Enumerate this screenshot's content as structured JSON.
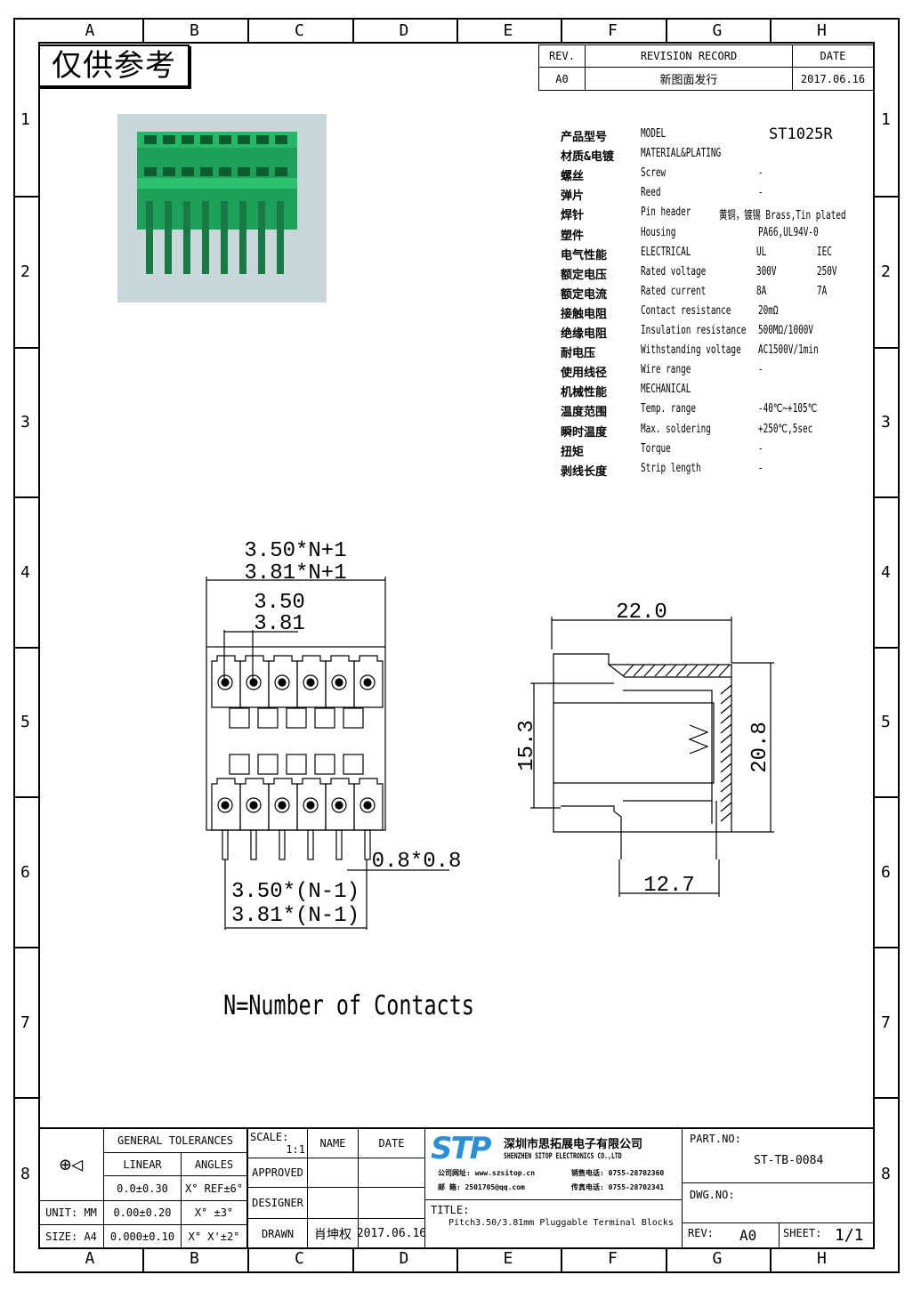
{
  "grid": {
    "columns": [
      "A",
      "B",
      "C",
      "D",
      "E",
      "F",
      "G",
      "H"
    ],
    "rows": [
      "1",
      "2",
      "3",
      "4",
      "5",
      "6",
      "7",
      "8"
    ]
  },
  "stamp": "仅供参考",
  "revision": {
    "headers": [
      "REV.",
      "REVISION RECORD",
      "DATE"
    ],
    "row": [
      "A0",
      "新图面发行",
      "2017.06.16"
    ]
  },
  "specs": [
    {
      "cn": "产品型号",
      "en": "MODEL",
      "v1": "ST1025R",
      "v2": ""
    },
    {
      "cn": "材质&电镀",
      "en": "MATERIAL&PLATING",
      "v1": "",
      "v2": ""
    },
    {
      "cn": "螺丝",
      "en": "Screw",
      "v1": "-",
      "v2": ""
    },
    {
      "cn": "弹片",
      "en": "Reed",
      "v1": "-",
      "v2": ""
    },
    {
      "cn": "焊针",
      "en": "Pin header",
      "v1": "黄铜，镀锡 Brass,Tin plated",
      "v2": ""
    },
    {
      "cn": "塑件",
      "en": "Housing",
      "v1": "PA66,UL94V-0",
      "v2": ""
    },
    {
      "cn": "电气性能",
      "en": "ELECTRICAL",
      "v1": "UL",
      "v2": "IEC"
    },
    {
      "cn": "额定电压",
      "en": "Rated voltage",
      "v1": "300V",
      "v2": "250V"
    },
    {
      "cn": "额定电流",
      "en": "Rated current",
      "v1": "8A",
      "v2": "7A"
    },
    {
      "cn": "接触电阻",
      "en": "Contact resistance",
      "v1": "20mΩ",
      "v2": ""
    },
    {
      "cn": "绝缘电阻",
      "en": "Insulation resistance",
      "v1": "500MΩ/1000V",
      "v2": ""
    },
    {
      "cn": "耐电压",
      "en": "Withstanding voltage",
      "v1": "AC1500V/1min",
      "v2": ""
    },
    {
      "cn": "使用线径",
      "en": "Wire range",
      "v1": "-",
      "v2": ""
    },
    {
      "cn": "机械性能",
      "en": "MECHANICAL",
      "v1": "",
      "v2": ""
    },
    {
      "cn": "温度范围",
      "en": "Temp. range",
      "v1": "-40℃~+105℃",
      "v2": ""
    },
    {
      "cn": "瞬时温度",
      "en": "Max. soldering",
      "v1": "+250℃,5sec",
      "v2": ""
    },
    {
      "cn": "扭矩",
      "en": "Torque",
      "v1": "-",
      "v2": ""
    },
    {
      "cn": "剥线长度",
      "en": "Strip length",
      "v1": "-",
      "v2": ""
    }
  ],
  "front_view": {
    "overall1": "3.50*N+1",
    "overall2": "3.81*N+1",
    "pitch1": "3.50",
    "pitch2": "3.81",
    "pin": "0.8*0.8",
    "span1": "3.50*(N-1)",
    "span2": "3.81*(N-1)"
  },
  "side_view": {
    "width": "22.0",
    "height_inner": "15.3",
    "height": "20.8",
    "pin_span": "12.7"
  },
  "note": "N=Number of Contacts",
  "title_block": {
    "tolerances": "GENERAL TOLERANCES",
    "linear": "LINEAR",
    "angles": "ANGLES",
    "lin": [
      "0.0±0.30",
      "0.00±0.20",
      "0.000±0.10"
    ],
    "ang": [
      "X° REF±6°",
      "X° ±3°",
      "X° X'±2°"
    ],
    "unit": "UNIT: MM",
    "size": "SIZE: A4",
    "scale_label": "SCALE:",
    "scale": "1:1",
    "name": "NAME",
    "date": "DATE",
    "approved": "APPROVED",
    "designer": "DESIGNER",
    "drawn": "DRAWN",
    "drawn_name": "肖坤权",
    "drawn_date": "2017.06.16",
    "logo": "STP",
    "company_cn": "深圳市思拓展电子有限公司",
    "company_en": "SHENZHEN SITOP ELECTRONICS CO.,LTD",
    "contact": [
      "公司网址: www.szsitop.cn",
      "邮  箱: 2501705@qq.com",
      "销售电话: 0755-28702360",
      "传真电话: 0755-28702341"
    ],
    "title_label": "TITLE:",
    "title": "Pitch3.50/3.81mm Pluggable Terminal Blocks",
    "part_label": "PART.NO:",
    "part": "ST-TB-0084",
    "dwg_label": "DWG.NO:",
    "rev_label": "REV:",
    "rev": "A0",
    "sheet_label": "SHEET:",
    "sheet": "1/1"
  }
}
